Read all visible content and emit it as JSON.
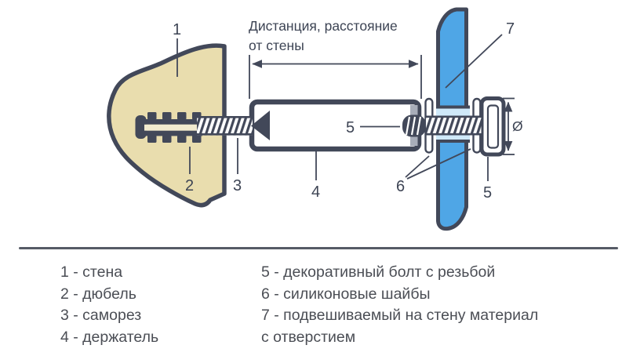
{
  "diagram": {
    "dimension_note": {
      "line1": "Дистанция, расстояние",
      "line2": "от стены"
    },
    "diameter_symbol": "Ø",
    "callouts": {
      "wall": "1",
      "dowel": "2",
      "screw": "3",
      "holder": "4",
      "bolt_at_holder": "5",
      "washers": "6",
      "bolt_cap": "5",
      "panel": "7"
    },
    "colors": {
      "outline": "#424859",
      "wall_fill": "#e9ddae",
      "dowel_slot_fill": "#f2ebcf",
      "panel_fill": "#4fa6e6",
      "hole_fill": "#cfe9f9",
      "notch_fill": "#a8adb9",
      "label_text": "#3d4454",
      "legend_text": "#4b4e55",
      "divider": "#565b66",
      "background": "#ffffff"
    }
  },
  "legend": {
    "left": [
      "1 - стена",
      "2 - дюбель",
      "3 - саморез",
      "4 - держатель"
    ],
    "right": [
      "5 - декоративный болт с резьбой",
      "6 - силиконовые шайбы",
      "7 - подвешиваемый на стену материал",
      "с отверстием"
    ]
  }
}
